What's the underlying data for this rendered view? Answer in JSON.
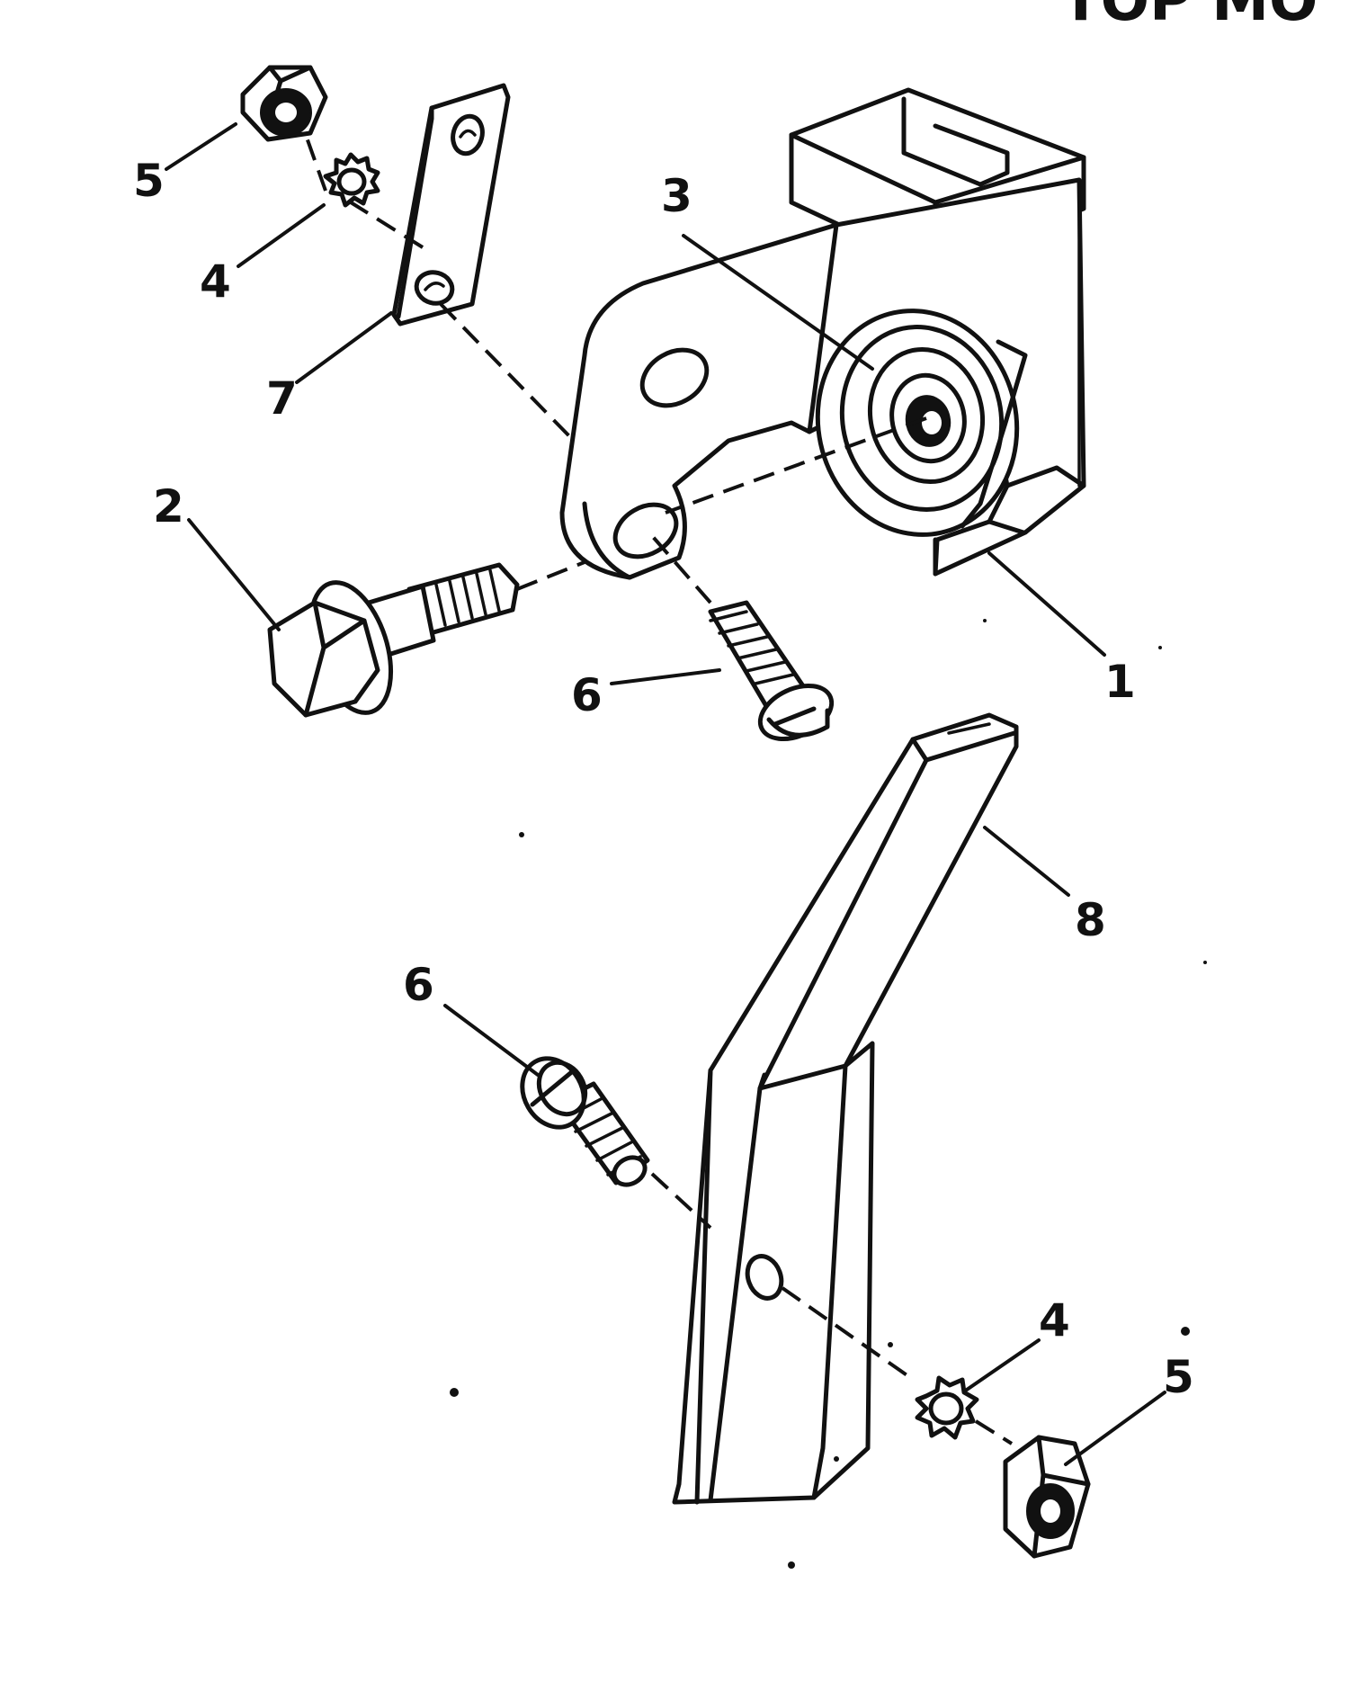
{
  "header": {
    "text": "TOP MO"
  },
  "callouts": {
    "c1": "1",
    "c2": "2",
    "c3": "3",
    "c4_top": "4",
    "c4_bottom": "4",
    "c5_top": "5",
    "c5_bottom": "5",
    "c6_top": "6",
    "c6_bottom": "6",
    "c7": "7",
    "c8": "8"
  }
}
